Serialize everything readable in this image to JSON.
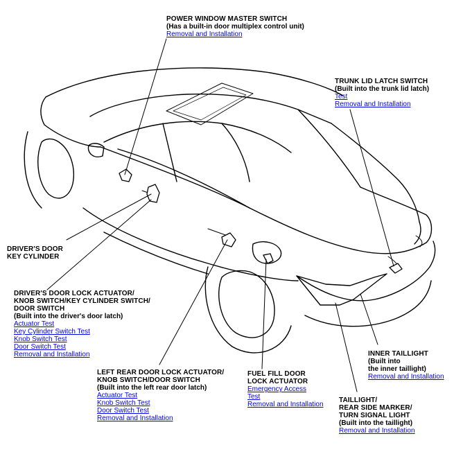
{
  "callouts": {
    "pwms": {
      "title": "POWER WINDOW MASTER SWITCH",
      "sub": "(Has a built-in door multiplex control unit)",
      "links": [
        "Removal and Installation"
      ]
    },
    "trunk": {
      "title": "TRUNK LID LATCH SWITCH",
      "sub": "(Built into the trunk lid latch)",
      "links": [
        "Test",
        "Removal and Installation"
      ]
    },
    "dkey": {
      "title1": "DRIVER'S DOOR",
      "title2": "KEY CYLINDER"
    },
    "dlock": {
      "title1": "DRIVER'S DOOR LOCK ACTUATOR/",
      "title2": "KNOB SWITCH/KEY CYLINDER SWITCH/",
      "title3": "DOOR SWITCH",
      "sub": "(Built into the driver's door latch)",
      "links": [
        "Actuator Test",
        "Key Cylinder Switch Test",
        "Knob Switch Test",
        "Door Switch Test",
        "Removal and Installation"
      ]
    },
    "inner": {
      "title": "INNER TAILLIGHT",
      "sub1": "(Built into",
      "sub2": "the inner taillight)",
      "links": [
        "Removal and Installation"
      ]
    },
    "lrear": {
      "title1": "LEFT REAR DOOR LOCK ACTUATOR/",
      "title2": "KNOB SWITCH/DOOR SWITCH",
      "sub": "(Built into the left rear door latch)",
      "links": [
        "Actuator Test",
        "Knob Switch Test",
        "Door Switch Test",
        "Removal and Installation"
      ]
    },
    "fuel": {
      "title1": "FUEL FILL DOOR",
      "title2": "LOCK ACTUATOR",
      "links": [
        "Emergency Access",
        "Test",
        "Removal and Installation"
      ]
    },
    "tail": {
      "title1": "TAILLIGHT/",
      "title2": "REAR SIDE MARKER/",
      "title3": "TURN SIGNAL LIGHT",
      "sub": "(Built into the taillight)",
      "links": [
        "Removal and Installation"
      ]
    }
  },
  "colors": {
    "link": "#0000ee",
    "line": "#000000",
    "text": "#000000"
  }
}
